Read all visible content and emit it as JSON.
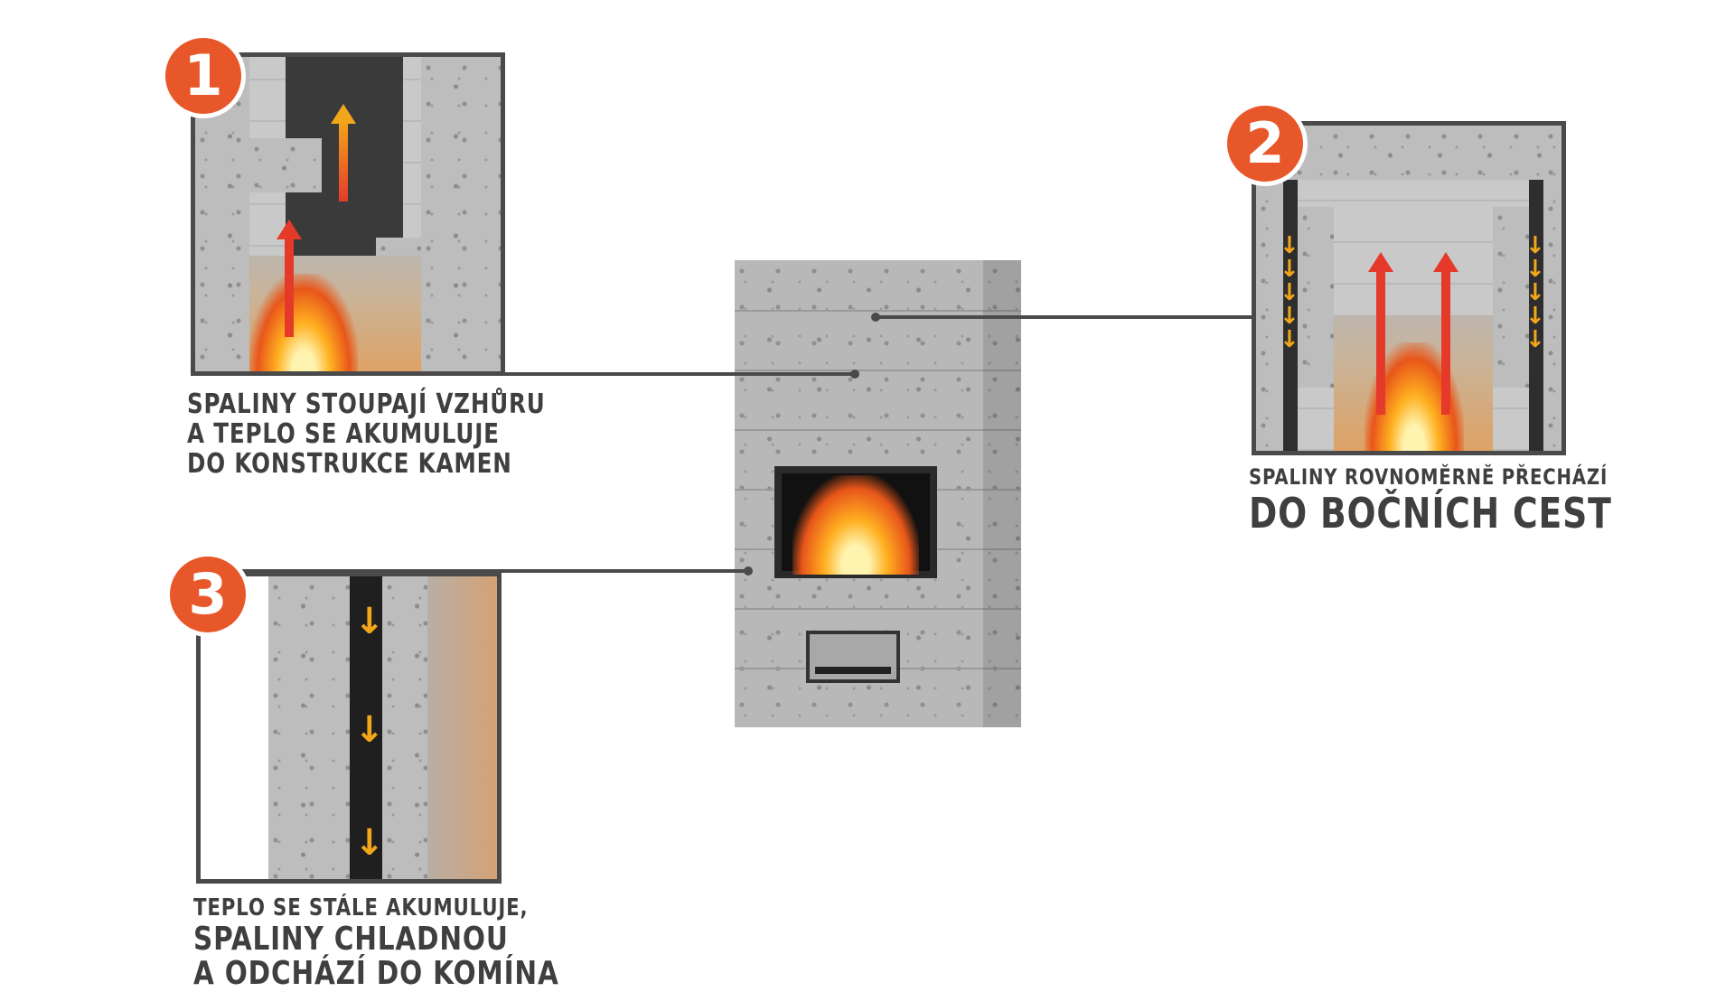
{
  "steps": [
    {
      "number": "1",
      "caption_lines": [
        "Spaliny stoupají vzhůru",
        "a teplo se akumuluje",
        "do konstrukce kamen"
      ]
    },
    {
      "number": "2",
      "caption_lines": [
        "Spaliny rovnoměrně přechází",
        "do bočních cest"
      ]
    },
    {
      "number": "3",
      "caption_lines": [
        "Teplo se stále akumuluje,",
        "spaliny chladnou",
        "a odchází do komína"
      ]
    }
  ],
  "colors": {
    "badge": "#e8572a",
    "text": "#3f3f3f",
    "line": "#4a4a4a",
    "hot_arrow": "#e53a2a",
    "cool_arrow": "#f2a71b"
  }
}
